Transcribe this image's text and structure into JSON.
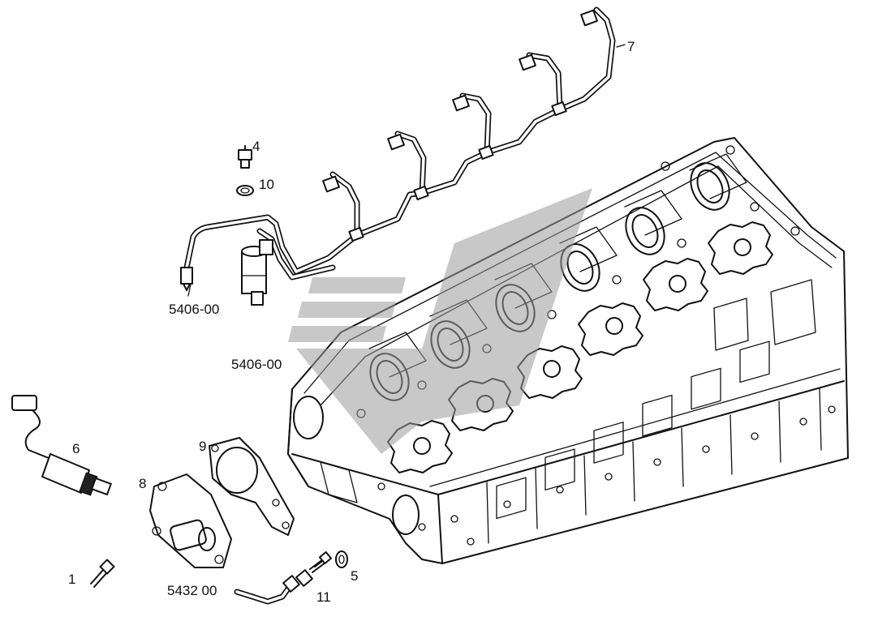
{
  "callouts": [
    {
      "id": "c7",
      "text": "7"
    },
    {
      "id": "c4",
      "text": "4"
    },
    {
      "id": "c10",
      "text": "10"
    },
    {
      "id": "c540600a",
      "text": "5406-00"
    },
    {
      "id": "c540600b",
      "text": "5406-00"
    },
    {
      "id": "c6",
      "text": "6"
    },
    {
      "id": "c9",
      "text": "9"
    },
    {
      "id": "c8",
      "text": "8"
    },
    {
      "id": "c1",
      "text": "1"
    },
    {
      "id": "c543200",
      "text": "5432 00"
    },
    {
      "id": "c5",
      "text": "5"
    },
    {
      "id": "c11",
      "text": "11"
    }
  ],
  "colors": {
    "line": "#111111",
    "watermark": "#9a9a9a",
    "background": "#ffffff"
  }
}
